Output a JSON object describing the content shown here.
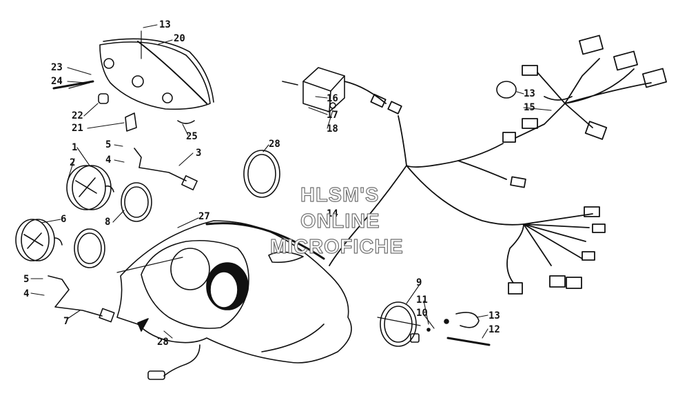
{
  "watermark": [
    "HLSM'S",
    "ONLINE",
    "MICROFICHE"
  ],
  "callouts": [
    {
      "id": "c13a",
      "text": "13"
    },
    {
      "id": "c20",
      "text": "20"
    },
    {
      "id": "c23",
      "text": "23"
    },
    {
      "id": "c24",
      "text": "24"
    },
    {
      "id": "c22",
      "text": "22"
    },
    {
      "id": "c21",
      "text": "21"
    },
    {
      "id": "c25",
      "text": "25"
    },
    {
      "id": "c5a",
      "text": "5"
    },
    {
      "id": "c4a",
      "text": "4"
    },
    {
      "id": "c3",
      "text": "3"
    },
    {
      "id": "c1",
      "text": "1"
    },
    {
      "id": "c2",
      "text": "2"
    },
    {
      "id": "c8",
      "text": "8"
    },
    {
      "id": "c6",
      "text": "6"
    },
    {
      "id": "c5b",
      "text": "5"
    },
    {
      "id": "c4b",
      "text": "4"
    },
    {
      "id": "c7",
      "text": "7"
    },
    {
      "id": "c27",
      "text": "27"
    },
    {
      "id": "c28a",
      "text": "28"
    },
    {
      "id": "c28b",
      "text": "28"
    },
    {
      "id": "c16",
      "text": "16"
    },
    {
      "id": "c17",
      "text": "17"
    },
    {
      "id": "c18",
      "text": "18"
    },
    {
      "id": "c14",
      "text": "14"
    },
    {
      "id": "c13b",
      "text": "13"
    },
    {
      "id": "c15",
      "text": "15"
    },
    {
      "id": "c9",
      "text": "9"
    },
    {
      "id": "c11",
      "text": "11"
    },
    {
      "id": "c10",
      "text": "10"
    },
    {
      "id": "c13c",
      "text": "13"
    },
    {
      "id": "c12",
      "text": "12"
    }
  ]
}
